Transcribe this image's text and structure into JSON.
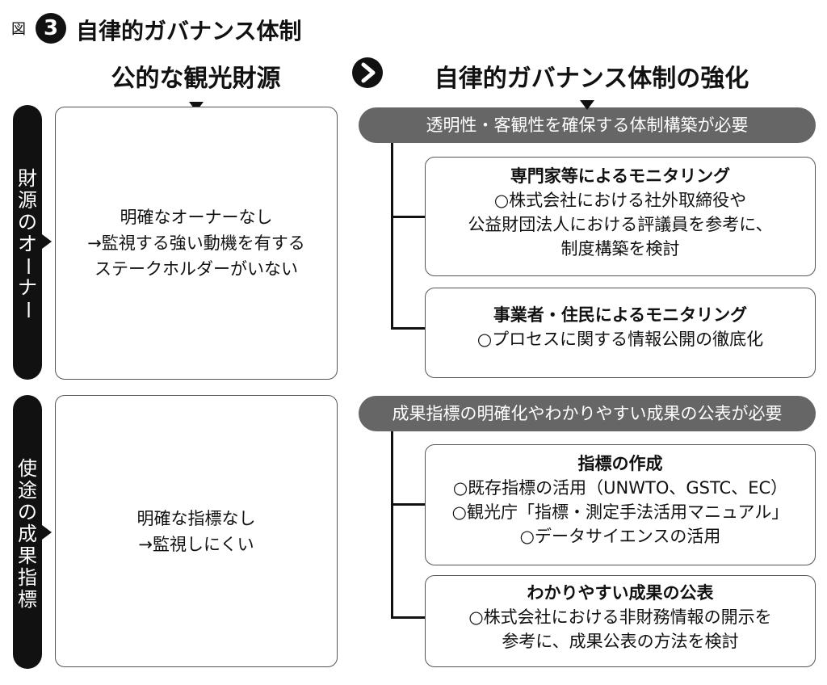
{
  "figure": {
    "label": "図",
    "number": "3",
    "title": "自律的ガバナンス体制"
  },
  "columns": {
    "left_header": "公的な観光財源",
    "right_header": "自律的ガバナンス体制の強化"
  },
  "rows": [
    {
      "side_label": [
        "財",
        "源",
        "の",
        "オ",
        "ー",
        "ナ",
        "ー"
      ],
      "problem_lines": [
        "明確なオーナーなし",
        "→監視する強い動機を有する",
        "ステークホルダーがいない"
      ],
      "requirement": "透明性・客観性を確保する体制構築が必要",
      "measures": [
        {
          "title": "専門家等によるモニタリング",
          "lines": [
            "○株式会社における社外取締役や",
            "公益財団法人における評議員を参考に、",
            "制度構築を検討"
          ]
        },
        {
          "title": "事業者・住民によるモニタリング",
          "lines": [
            "○プロセスに関する情報公開の徹底化"
          ]
        }
      ]
    },
    {
      "side_label": [
        "使",
        "途",
        "の",
        "成",
        "果",
        "指",
        "標"
      ],
      "problem_lines": [
        "明確な指標なし",
        "→監視しにくい"
      ],
      "requirement": "成果指標の明確化やわかりやすい成果の公表が必要",
      "measures": [
        {
          "title": "指標の作成",
          "lines": [
            "○既存指標の活用（UNWTO、GSTC、EC）",
            "○観光庁「指標・測定手法活用マニュアル」",
            "○データサイエンスの活用"
          ]
        },
        {
          "title": "わかりやすい成果の公表",
          "lines": [
            "○株式会社における非財務情報の開示を",
            "参考に、成果公表の方法を検討"
          ]
        }
      ]
    }
  ]
}
